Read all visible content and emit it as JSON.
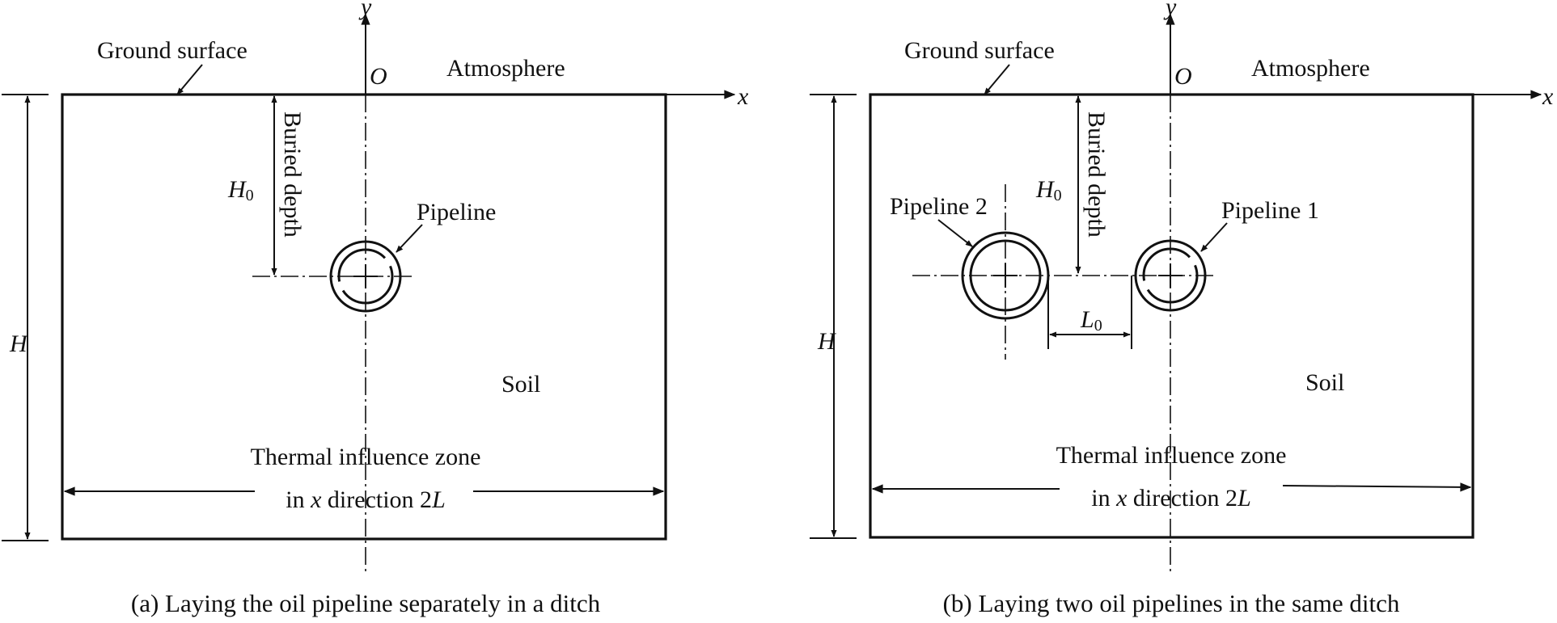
{
  "panels": [
    {
      "id": "a",
      "caption": "(a) Laying the oil pipeline separately in a ditch",
      "ground_surface": "Ground surface",
      "atmosphere": "Atmosphere",
      "origin": "O",
      "x_axis": "x",
      "y_axis": "y",
      "buried_depth": "Buried depth",
      "h0_main": "H",
      "h0_sub": "0",
      "height": "H",
      "soil": "Soil",
      "zone_line1": "Thermal influence zone",
      "zone_line2_prefix": "in ",
      "zone_line2_x": "x",
      "zone_line2_mid": " direction 2",
      "zone_line2_L": "L",
      "pipeline": "Pipeline"
    },
    {
      "id": "b",
      "caption": "(b) Laying two oil pipelines in the same ditch",
      "ground_surface": "Ground surface",
      "atmosphere": "Atmosphere",
      "origin": "O",
      "x_axis": "x",
      "y_axis": "y",
      "buried_depth": "Buried depth",
      "h0_main": "H",
      "h0_sub": "0",
      "height": "H",
      "soil": "Soil",
      "zone_line1": "Thermal influence zone",
      "zone_line2_prefix": "in ",
      "zone_line2_x": "x",
      "zone_line2_mid": " direction 2",
      "zone_line2_L": "L",
      "pipeline1": "Pipeline 1",
      "pipeline2": "Pipeline 2",
      "l0_main": "L",
      "l0_sub": "0"
    }
  ]
}
